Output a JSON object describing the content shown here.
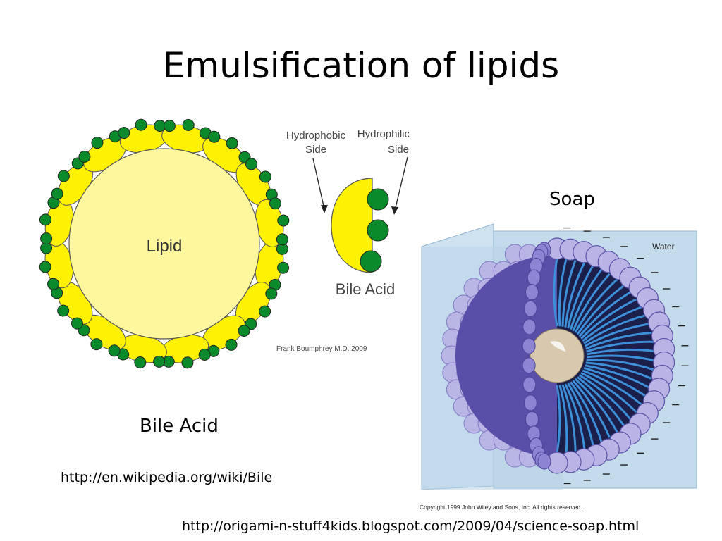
{
  "slide": {
    "title": "Emulsification of lipids",
    "bile_caption": "Bile Acid",
    "soap_caption": "Soap",
    "url_bile": "http://en.wikipedia.org/wiki/Bile",
    "url_soap": "http://origami-n-stuff4kids.blogspot.com/2009/04/science-soap.html"
  },
  "bile_diagram": {
    "lipid_label": "Lipid",
    "hydrophobic_label": [
      "Hydrophobic",
      "Side"
    ],
    "hydrophilic_label": [
      "Hydrophilic",
      "Side"
    ],
    "molecule_label": "Bile Acid",
    "credit": "Frank Boumphrey M.D. 2009",
    "molecule_count": 16,
    "colors": {
      "lipid": "#fff79e",
      "hydrophobic": "#fff200",
      "hydrophilic": "#0a8a2a"
    }
  },
  "soap_diagram": {
    "water_label": "Water",
    "copyright": "Copyright 1999 John Wiley and Sons, Inc. All rights reserved.",
    "colors": {
      "water": "#b8d4e8",
      "head": "#b9b3e6",
      "tail": "#3c8fd8",
      "core": "#d8c9ae"
    }
  }
}
